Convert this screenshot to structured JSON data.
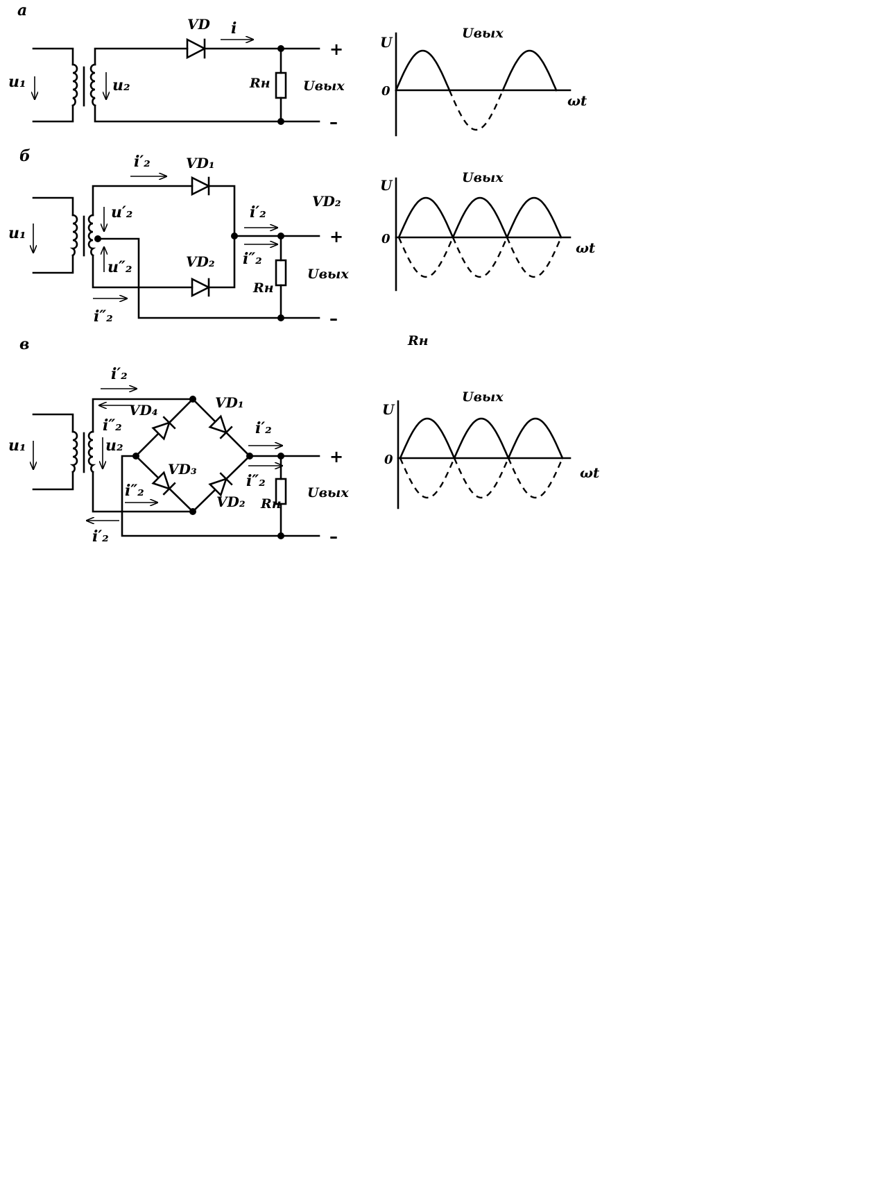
{
  "panels": [
    {
      "id": "a",
      "letter": "а",
      "labels": {
        "u1": "u₁",
        "u2": "u₂",
        "vd": "VD",
        "i": "i",
        "rn": "Rн",
        "uout": "Uвых",
        "plus": "+",
        "minus": "–"
      },
      "graph": {
        "u": "U",
        "zero": "0",
        "wt": "ωt",
        "title": "Uвых"
      }
    },
    {
      "id": "b",
      "letter": "б",
      "labels": {
        "u1": "u₁",
        "u2p": "u′₂",
        "u2pp": "u″₂",
        "i2p_top": "i′₂",
        "vd1": "VD₁",
        "vd2_side": "VD₂",
        "i2p_right": "i′₂",
        "i2pp_right": "i″₂",
        "vd2": "VD₂",
        "i2pp_bottom": "i″₂",
        "rn": "Rн",
        "uout": "Uвых",
        "plus": "+",
        "minus": "–"
      },
      "graph": {
        "u": "U",
        "zero": "0",
        "wt": "ωt",
        "title": "Uвых"
      }
    },
    {
      "id": "c",
      "letter": "в",
      "labels": {
        "u1": "u₁",
        "u2": "u₂",
        "i2p_top": "i′₂",
        "i2pp_left": "i″₂",
        "vd4": "VD₄",
        "vd1": "VD₁",
        "vd3": "VD₃",
        "vd2": "VD₂",
        "i2p_right": "i′₂",
        "i2pp_right": "i″₂",
        "i2pp_mid": "i″₂",
        "i2p_bottom": "i′₂",
        "rn": "Rн",
        "uout": "Uвых",
        "plus": "+",
        "minus": "–"
      },
      "graph": {
        "u": "U",
        "zero": "0",
        "wt": "ωt",
        "title": "Uвых"
      }
    }
  ],
  "stray_label": "Rн"
}
